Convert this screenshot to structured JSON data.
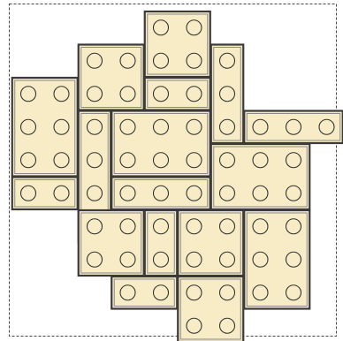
{
  "colors": {
    "background": "#ffffff",
    "frame": "#444444",
    "brick_fill": "#f7ecc6",
    "brick_outer": "#3a3a3a",
    "brick_inner": "#8a8a8a",
    "stud_stroke": "#333333"
  },
  "grid": {
    "columns": 8,
    "rows": 8
  },
  "bricks": [
    {
      "name": "brick-top-2x2",
      "x": 3.5,
      "y": -1,
      "w": 2,
      "h": 2
    },
    {
      "name": "brick-upper-left-2x2",
      "x": 1.5,
      "y": 0,
      "w": 2,
      "h": 2
    },
    {
      "name": "brick-upper-mid-2x1",
      "x": 3.5,
      "y": 1,
      "w": 2,
      "h": 1
    },
    {
      "name": "brick-upper-right-1x3",
      "x": 5.5,
      "y": 0,
      "w": 1,
      "h": 3
    },
    {
      "name": "brick-left-2x3",
      "x": -0.5,
      "y": 1,
      "w": 2,
      "h": 3
    },
    {
      "name": "brick-left-bottom-2x1",
      "x": -0.5,
      "y": 4,
      "w": 2,
      "h": 1
    },
    {
      "name": "brick-col-1x4",
      "x": 1.5,
      "y": 2,
      "w": 1,
      "h": 4
    },
    {
      "name": "brick-center-3x2",
      "x": 2.5,
      "y": 2,
      "w": 3,
      "h": 2
    },
    {
      "name": "brick-right-3x1",
      "x": 6.5,
      "y": 2,
      "w": 3,
      "h": 1
    },
    {
      "name": "brick-center-bottom-3x1",
      "x": 2.5,
      "y": 4,
      "w": 3,
      "h": 1
    },
    {
      "name": "brick-right-center-3x2",
      "x": 5.5,
      "y": 3,
      "w": 3,
      "h": 2
    },
    {
      "name": "brick-lower-left-2x2",
      "x": 1.5,
      "y": 5,
      "w": 2,
      "h": 2
    },
    {
      "name": "brick-lower-col-1x2",
      "x": 3.5,
      "y": 5,
      "w": 1,
      "h": 2
    },
    {
      "name": "brick-lower-mid-2x2",
      "x": 4.5,
      "y": 5,
      "w": 2,
      "h": 2
    },
    {
      "name": "brick-lower-right-2x3",
      "x": 6.5,
      "y": 5,
      "w": 2,
      "h": 3
    },
    {
      "name": "brick-bottom-left-2x1",
      "x": 2.5,
      "y": 7,
      "w": 2,
      "h": 1
    },
    {
      "name": "brick-bottom-2x2",
      "x": 4.5,
      "y": 7,
      "w": 2,
      "h": 2
    }
  ]
}
